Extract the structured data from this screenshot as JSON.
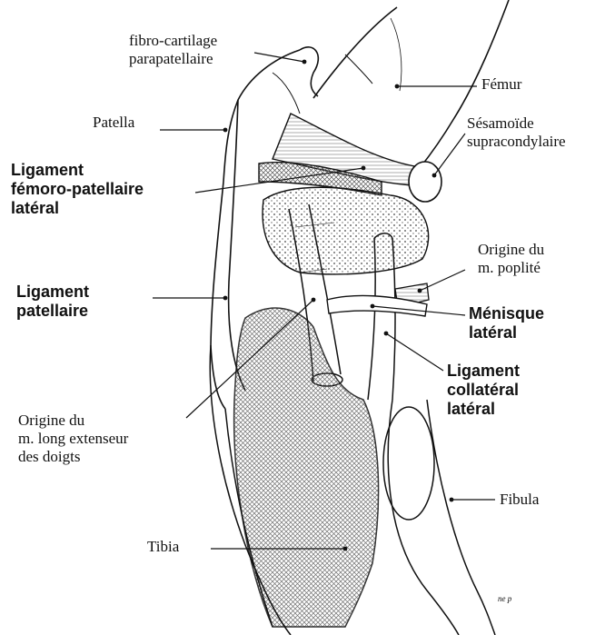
{
  "labels": {
    "fibro_cartilage": [
      "fibro-cartilage",
      "parapatellaire"
    ],
    "patella": [
      "Patella"
    ],
    "femur": [
      "Fémur"
    ],
    "sesamoide": [
      "Sésamoïde",
      "supracondylaire"
    ],
    "lig_femoro": [
      "Ligament",
      "fémoro-patellaire",
      "latéral"
    ],
    "origine_poplite": [
      "Origine du",
      "m. poplité"
    ],
    "lig_patellaire": [
      "Ligament",
      "patellaire"
    ],
    "menisque": [
      "Ménisque",
      "latéral"
    ],
    "lig_collateral": [
      "Ligament",
      "collatéral",
      "latéral"
    ],
    "origine_extenseur": [
      "Origine du",
      "m. long extenseur",
      "des doigts"
    ],
    "fibula": [
      "Fibula"
    ],
    "tibia": [
      "Tibia"
    ]
  },
  "signature": "ne p",
  "colors": {
    "ink": "#111111",
    "paper": "#ffffff",
    "hatch": "#555555"
  }
}
